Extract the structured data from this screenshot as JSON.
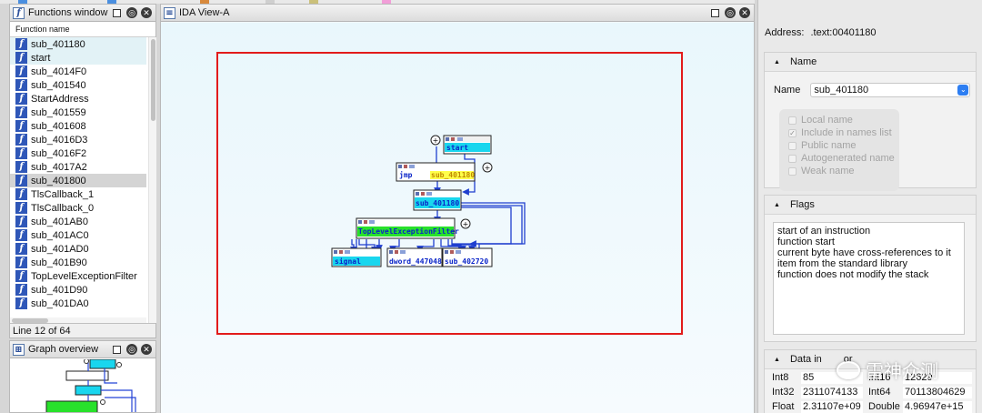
{
  "legend_colors": [
    "#4a8fe0",
    "#4a8fe0",
    "#d8893c",
    "#cfcfcf",
    "#cbc07a",
    "#f29ed8"
  ],
  "functions_window": {
    "title": "Functions window",
    "column": "Function name",
    "items": [
      {
        "name": "sub_401180",
        "state": "hl"
      },
      {
        "name": "start",
        "state": "hl"
      },
      {
        "name": "sub_4014F0",
        "state": ""
      },
      {
        "name": "sub_401540",
        "state": ""
      },
      {
        "name": "StartAddress",
        "state": ""
      },
      {
        "name": "sub_401559",
        "state": ""
      },
      {
        "name": "sub_401608",
        "state": ""
      },
      {
        "name": "sub_4016D3",
        "state": ""
      },
      {
        "name": "sub_4016F2",
        "state": ""
      },
      {
        "name": "sub_4017A2",
        "state": ""
      },
      {
        "name": "sub_401800",
        "state": "sel"
      },
      {
        "name": "TlsCallback_1",
        "state": ""
      },
      {
        "name": "TlsCallback_0",
        "state": ""
      },
      {
        "name": "sub_401AB0",
        "state": ""
      },
      {
        "name": "sub_401AC0",
        "state": ""
      },
      {
        "name": "sub_401AD0",
        "state": ""
      },
      {
        "name": "sub_401B90",
        "state": ""
      },
      {
        "name": "TopLevelExceptionFilter",
        "state": ""
      },
      {
        "name": "sub_401D90",
        "state": ""
      },
      {
        "name": "sub_401DA0",
        "state": ""
      }
    ],
    "status": "Line 12 of 64"
  },
  "graph_overview": {
    "title": "Graph overview"
  },
  "ida_view": {
    "title": "IDA View-A",
    "nodes": {
      "start": "start",
      "jmp": "jmp",
      "jmp_target": "sub_401180",
      "sub": "sub_401180",
      "filter": "TopLevelExceptionFilter",
      "signal": "signal",
      "dword": "dword_447048",
      "sub2": "sub_402720"
    }
  },
  "right_panel": {
    "address_label": "Address:",
    "address_value": ".text:00401180",
    "name_section": "Name",
    "name_label": "Name",
    "name_value": "sub_401180",
    "options": [
      {
        "label": "Local name",
        "checked": false
      },
      {
        "label": "Include in names list",
        "checked": true
      },
      {
        "label": "Public name",
        "checked": false
      },
      {
        "label": "Autogenerated name",
        "checked": false
      },
      {
        "label": "Weak name",
        "checked": false
      }
    ],
    "flags_section": "Flags",
    "flags": [
      "start of an instruction",
      "function start",
      "current byte have cross-references to it",
      "item from the standard library",
      "function does not modify the stack"
    ],
    "data_section": "Data in",
    "data_section_tail": "or",
    "data_rows": [
      {
        "k1": "Int8",
        "v1": "85",
        "k2": "Int16",
        "v2": "12629"
      },
      {
        "k1": "Int32",
        "v1": "2311074133",
        "k2": "Int64",
        "v2": "70113804629"
      },
      {
        "k1": "Float",
        "v1": "2.31107e+09",
        "k2": "Double",
        "v2": "4.96947e+15"
      }
    ]
  },
  "watermark": {
    "text": "雷神众测"
  }
}
